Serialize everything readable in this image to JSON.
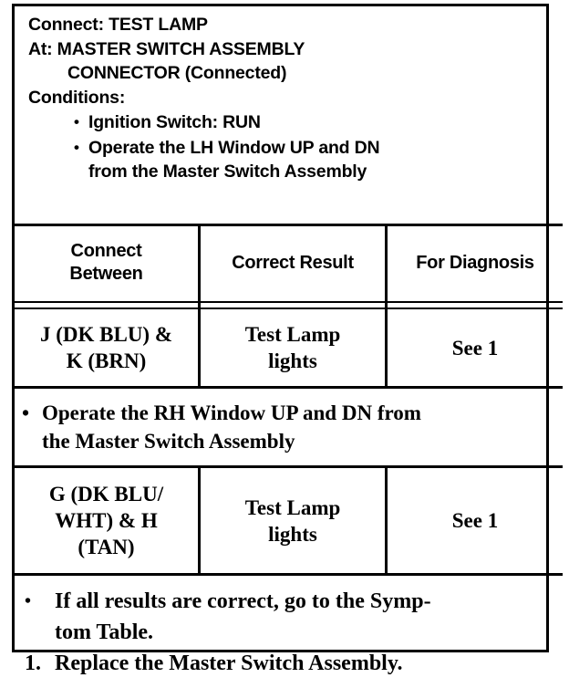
{
  "setup": {
    "connect_line": "Connect: TEST LAMP",
    "at_line": "At: MASTER SWITCH ASSEMBLY",
    "at_line_cont": "CONNECTOR (Connected)",
    "conditions_label": "Conditions:",
    "bullet_glyph": "•",
    "conditions": [
      {
        "text": "Ignition Switch: RUN",
        "wrap": ""
      },
      {
        "text": "Operate the LH Window UP and DN",
        "wrap": "from the Master Switch Assembly"
      }
    ]
  },
  "table": {
    "headers": {
      "connect_between_line1": "Connect",
      "connect_between_line2": "Between",
      "correct_result": "Correct Result",
      "for_diagnosis": "For Diagnosis"
    },
    "rows": [
      {
        "connect_between_line1": "J (DK BLU) &",
        "connect_between_line2": "K (BRN)",
        "connect_between_line3": "",
        "correct_result_line1": "Test Lamp",
        "correct_result_line2": "lights",
        "for_diagnosis": "See 1"
      },
      {
        "connect_between_line1": "G (DK BLU/",
        "connect_between_line2": "WHT) & H",
        "connect_between_line3": "(TAN)",
        "correct_result_line1": "Test Lamp",
        "correct_result_line2": "lights",
        "for_diagnosis": "See 1"
      }
    ],
    "note_row": {
      "bullet_glyph": "•",
      "line1": "Operate the RH Window UP and DN from",
      "line2": "the Master Switch Assembly"
    }
  },
  "footer": {
    "bullet_glyph": "•",
    "bullet_item_line1": "If all results are correct, go to the Symp-",
    "bullet_item_line2": "tom Table.",
    "numbered_marker": "1.",
    "numbered_item": "Replace the Master Switch Assembly."
  },
  "colors": {
    "ink": "#000000",
    "paper": "#ffffff"
  }
}
